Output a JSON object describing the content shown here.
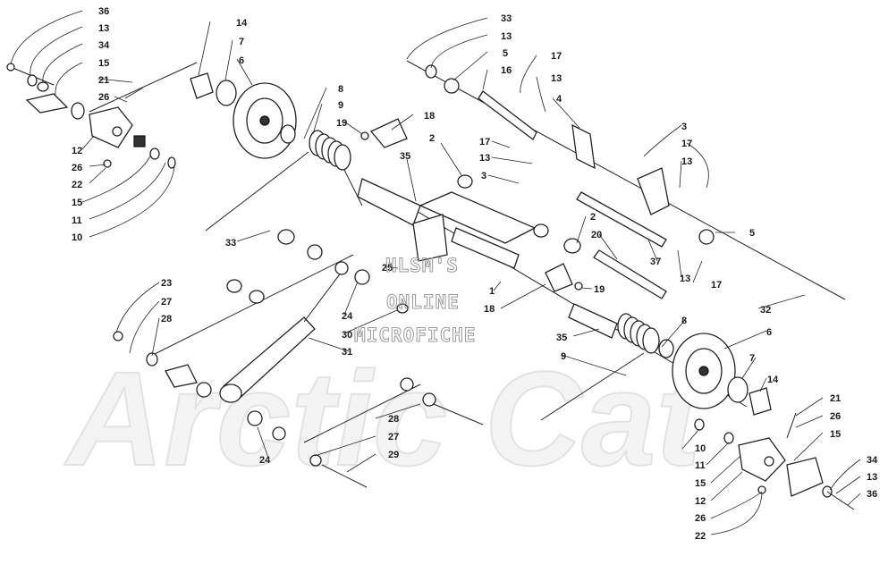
{
  "watermark": {
    "line1": "HLSM'S",
    "line2": "ONLINE",
    "line3": "MICROFICHE",
    "background": "Arctic Cat"
  },
  "colors": {
    "line": "#222222",
    "watermark": "#9a9a9a",
    "background": "#ffffff"
  },
  "callouts": [
    {
      "id": "c1",
      "text": "36"
    },
    {
      "id": "c2",
      "text": "13"
    },
    {
      "id": "c3",
      "text": "34"
    },
    {
      "id": "c4",
      "text": "15"
    },
    {
      "id": "c5",
      "text": "21"
    },
    {
      "id": "c6",
      "text": "26"
    },
    {
      "id": "c7",
      "text": "12"
    },
    {
      "id": "c8",
      "text": "26"
    },
    {
      "id": "c9",
      "text": "22"
    },
    {
      "id": "c10",
      "text": "15"
    },
    {
      "id": "c11",
      "text": "11"
    },
    {
      "id": "c12",
      "text": "10"
    },
    {
      "id": "c13",
      "text": "14"
    },
    {
      "id": "c14",
      "text": "7"
    },
    {
      "id": "c15",
      "text": "6"
    },
    {
      "id": "c16",
      "text": "8"
    },
    {
      "id": "c17",
      "text": "9"
    },
    {
      "id": "c18",
      "text": "19"
    },
    {
      "id": "c19",
      "text": "18"
    },
    {
      "id": "c20",
      "text": "35"
    },
    {
      "id": "c21",
      "text": "2"
    },
    {
      "id": "c22",
      "text": "3"
    },
    {
      "id": "c23",
      "text": "33"
    },
    {
      "id": "c24",
      "text": "13"
    },
    {
      "id": "c25",
      "text": "5"
    },
    {
      "id": "c26",
      "text": "16"
    },
    {
      "id": "c27",
      "text": "17"
    },
    {
      "id": "c28",
      "text": "13"
    },
    {
      "id": "c29",
      "text": "4"
    },
    {
      "id": "c30",
      "text": "3"
    },
    {
      "id": "c31",
      "text": "17"
    },
    {
      "id": "c32",
      "text": "13"
    },
    {
      "id": "c33",
      "text": "17"
    },
    {
      "id": "c34",
      "text": "13"
    },
    {
      "id": "c35",
      "text": "2"
    },
    {
      "id": "c36",
      "text": "20"
    },
    {
      "id": "c37",
      "text": "5"
    },
    {
      "id": "c38",
      "text": "37"
    },
    {
      "id": "c39",
      "text": "13"
    },
    {
      "id": "c40",
      "text": "17"
    },
    {
      "id": "c41",
      "text": "32"
    },
    {
      "id": "c42",
      "text": "33"
    },
    {
      "id": "c43",
      "text": "25"
    },
    {
      "id": "c44",
      "text": "1"
    },
    {
      "id": "c45",
      "text": "18"
    },
    {
      "id": "c46",
      "text": "19"
    },
    {
      "id": "c47",
      "text": "23"
    },
    {
      "id": "c48",
      "text": "27"
    },
    {
      "id": "c49",
      "text": "28"
    },
    {
      "id": "c50",
      "text": "24"
    },
    {
      "id": "c51",
      "text": "30"
    },
    {
      "id": "c52",
      "text": "31"
    },
    {
      "id": "c53",
      "text": "35"
    },
    {
      "id": "c54",
      "text": "8"
    },
    {
      "id": "c55",
      "text": "9"
    },
    {
      "id": "c56",
      "text": "6"
    },
    {
      "id": "c57",
      "text": "7"
    },
    {
      "id": "c58",
      "text": "14"
    },
    {
      "id": "c59",
      "text": "21"
    },
    {
      "id": "c60",
      "text": "26"
    },
    {
      "id": "c61",
      "text": "15"
    },
    {
      "id": "c62",
      "text": "10"
    },
    {
      "id": "c63",
      "text": "11"
    },
    {
      "id": "c64",
      "text": "15"
    },
    {
      "id": "c65",
      "text": "12"
    },
    {
      "id": "c66",
      "text": "26"
    },
    {
      "id": "c67",
      "text": "22"
    },
    {
      "id": "c68",
      "text": "34"
    },
    {
      "id": "c69",
      "text": "13"
    },
    {
      "id": "c70",
      "text": "36"
    },
    {
      "id": "c71",
      "text": "28"
    },
    {
      "id": "c72",
      "text": "27"
    },
    {
      "id": "c73",
      "text": "29"
    },
    {
      "id": "c74",
      "text": "24"
    }
  ]
}
